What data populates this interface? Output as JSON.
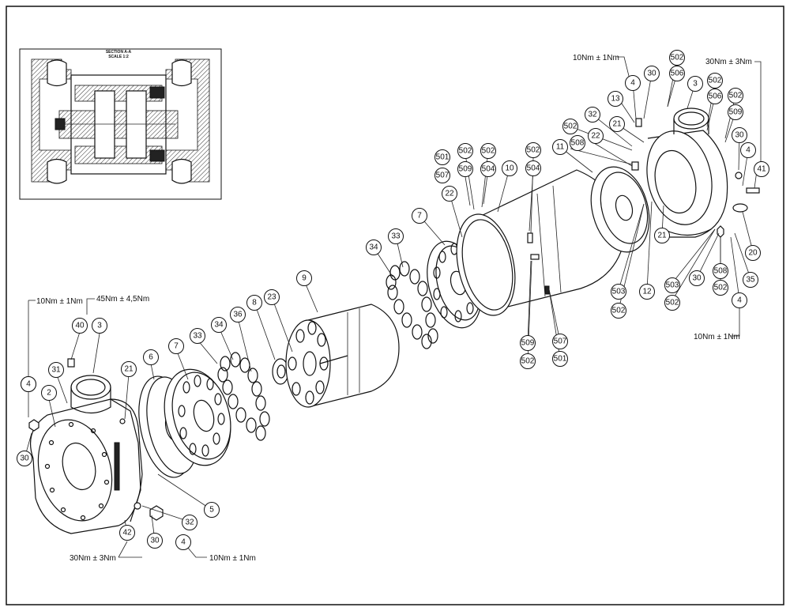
{
  "section_view": {
    "title": "SECTION A-A",
    "scale": "SCALE 1:2"
  },
  "torques": {
    "t_left_top_1": "10Nm ± 1Nm",
    "t_left_top_2": "45Nm ± 4,5Nm",
    "t_left_bottom_1": "30Nm ± 3Nm",
    "t_left_bottom_2": "10Nm ± 1Nm",
    "t_right_top_1": "10Nm ± 1Nm",
    "t_right_top_2": "30Nm ± 3Nm",
    "t_right_bottom": "10Nm ± 1Nm"
  },
  "balloons": [
    {
      "id": "b1",
      "label": "4"
    },
    {
      "id": "b2",
      "label": "40"
    },
    {
      "id": "b3",
      "label": "3"
    },
    {
      "id": "b4",
      "label": "31"
    },
    {
      "id": "b5",
      "label": "2"
    },
    {
      "id": "b6",
      "label": "4"
    },
    {
      "id": "b7",
      "label": "30"
    },
    {
      "id": "b8",
      "label": "21"
    },
    {
      "id": "b9",
      "label": "6"
    },
    {
      "id": "b10",
      "label": "7"
    },
    {
      "id": "b11",
      "label": "33"
    },
    {
      "id": "b12",
      "label": "34"
    },
    {
      "id": "b13",
      "label": "36"
    },
    {
      "id": "b14",
      "label": "8"
    },
    {
      "id": "b15",
      "label": "23"
    },
    {
      "id": "b16",
      "label": "9"
    },
    {
      "id": "b17",
      "label": "5"
    },
    {
      "id": "b18",
      "label": "32"
    },
    {
      "id": "b19",
      "label": "30"
    },
    {
      "id": "b20",
      "label": "42"
    },
    {
      "id": "b21",
      "label": "4"
    },
    {
      "id": "b22",
      "label": "34"
    },
    {
      "id": "b23",
      "label": "33"
    },
    {
      "id": "b24",
      "label": "22"
    },
    {
      "id": "b25",
      "label": "7"
    },
    {
      "id": "b26",
      "label": "501"
    },
    {
      "id": "b27",
      "label": "507"
    },
    {
      "id": "b28",
      "label": "502"
    },
    {
      "id": "b29",
      "label": "509"
    },
    {
      "id": "b30",
      "label": "502"
    },
    {
      "id": "b31",
      "label": "504"
    },
    {
      "id": "b32",
      "label": "10"
    },
    {
      "id": "b33",
      "label": "502"
    },
    {
      "id": "b34",
      "label": "504"
    },
    {
      "id": "b35",
      "label": "11"
    },
    {
      "id": "b36",
      "label": "509"
    },
    {
      "id": "b37",
      "label": "502"
    },
    {
      "id": "b38",
      "label": "507"
    },
    {
      "id": "b39",
      "label": "501"
    },
    {
      "id": "b40",
      "label": "4"
    },
    {
      "id": "b41",
      "label": "30"
    },
    {
      "id": "b42",
      "label": "502"
    },
    {
      "id": "b43",
      "label": "506"
    },
    {
      "id": "b44",
      "label": "13"
    },
    {
      "id": "b45",
      "label": "32"
    },
    {
      "id": "b46",
      "label": "21"
    },
    {
      "id": "b47",
      "label": "502"
    },
    {
      "id": "b48",
      "label": "508"
    },
    {
      "id": "b49",
      "label": "22"
    },
    {
      "id": "b50",
      "label": "3"
    },
    {
      "id": "b51",
      "label": "502"
    },
    {
      "id": "b52",
      "label": "506"
    },
    {
      "id": "b53",
      "label": "502"
    },
    {
      "id": "b54",
      "label": "509"
    },
    {
      "id": "b55",
      "label": "30"
    },
    {
      "id": "b56",
      "label": "4"
    },
    {
      "id": "b57",
      "label": "41"
    },
    {
      "id": "b58",
      "label": "20"
    },
    {
      "id": "b59",
      "label": "35"
    },
    {
      "id": "b60",
      "label": "21"
    },
    {
      "id": "b61",
      "label": "12"
    },
    {
      "id": "b62",
      "label": "503"
    },
    {
      "id": "b63",
      "label": "502"
    },
    {
      "id": "b64",
      "label": "503"
    },
    {
      "id": "b65",
      "label": "502"
    },
    {
      "id": "b66",
      "label": "30"
    },
    {
      "id": "b67",
      "label": "508"
    },
    {
      "id": "b68",
      "label": "502"
    },
    {
      "id": "b69",
      "label": "4"
    }
  ]
}
